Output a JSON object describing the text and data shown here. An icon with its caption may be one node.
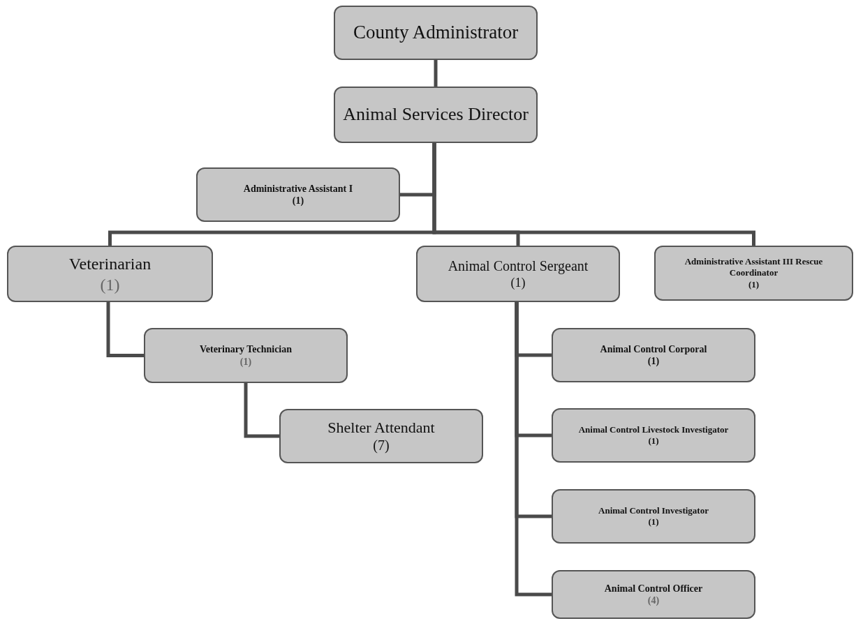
{
  "diagram": {
    "nodes": [
      {
        "text": [
          "County Administrator"
        ]
      },
      {
        "text": [
          "Animal Services Director"
        ]
      },
      {
        "text": [
          "Administrative Assistant I",
          "(1)"
        ]
      },
      {
        "text": [
          "Veterinarian",
          "(1)"
        ]
      },
      {
        "text": [
          "Animal Control Sergeant",
          "(1)"
        ]
      },
      {
        "text": [
          "Administrative Assistant III Rescue Coordinator",
          "(1)"
        ]
      },
      {
        "text": [
          "Veterinary Technician",
          "(1)"
        ]
      },
      {
        "text": [
          "Shelter Attendant",
          "(7)"
        ]
      },
      {
        "text": [
          "Animal Control Corporal",
          "(1)"
        ]
      },
      {
        "text": [
          "Animal Control Livestock Investigator",
          "(1)"
        ]
      },
      {
        "text": [
          "Animal Control Investigator",
          "(1)"
        ]
      },
      {
        "text": [
          "Animal Control Officer",
          "(4)"
        ]
      }
    ],
    "edges": [
      {
        "from": 0,
        "to": 1,
        "arrow": "none"
      },
      {
        "from": 1,
        "to": 2,
        "arrow": "none"
      },
      {
        "from": 1,
        "to": 3,
        "arrow": "none"
      },
      {
        "from": 1,
        "to": 4,
        "arrow": "none"
      },
      {
        "from": 1,
        "to": 5,
        "arrow": "none"
      },
      {
        "from": 3,
        "to": 6,
        "arrow": "none"
      },
      {
        "from": 6,
        "to": 7,
        "arrow": "none"
      },
      {
        "from": 4,
        "to": 8,
        "arrow": "none"
      },
      {
        "from": 4,
        "to": 9,
        "arrow": "none"
      },
      {
        "from": 4,
        "to": 10,
        "arrow": "none"
      },
      {
        "from": 4,
        "to": 11,
        "arrow": "none"
      }
    ]
  }
}
